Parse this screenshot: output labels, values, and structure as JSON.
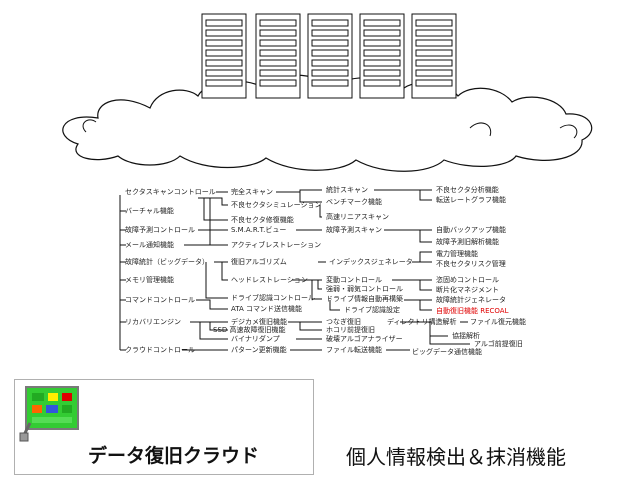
{
  "footer": {
    "title": "データ復旧クラウド",
    "subtitle": "個人情報検出＆抹消機能",
    "logo": "screen-with-cursor-icon"
  },
  "colors": {
    "cloud_outline": "#111111",
    "server": "#ffffff",
    "text": "#222222",
    "highlight": "#e00000"
  },
  "diagram": {
    "col1": [
      "セクタスキャンコントロール",
      "バーチャル機能",
      "故障予測コントロール",
      "メール通知機能",
      "故障統計（ビッグデータ）",
      "メモリ管理機能",
      "コマンドコントロール",
      "リカバリエンジン",
      "クラウドコントロール"
    ],
    "col2": [
      "完全スキャン",
      "不良セクタシミュレーション",
      "不良セクタ修復機能",
      "S.M.A.R.T.ビュー",
      "アクティブレストレーション",
      "復旧アルゴリズム",
      "ヘッドレストレーション",
      "ドライブ認識コントロール",
      "ATA コマンド送信機能",
      "デジカメ復旧機能",
      "SSD 高速故障復旧機能",
      "バイナリダンプ",
      "パターン更新機能"
    ],
    "col3": [
      "統計スキャン",
      "ベンチマーク機能",
      "高速リニアスキャン",
      "故障予測スキャン",
      "インデックスジェネレータ",
      "変動コントロール",
      "強弱・弱気コントロール",
      "ドライブ情報自動再構築",
      "ドライブ認識設定",
      "つなぎ復旧",
      "ホコリ前提復旧",
      "破壊アルゴアナライザー",
      "ファイル転送機能"
    ],
    "col4": [
      "不良セクタ分析機能",
      "転送レートグラフ機能",
      "自動バックアップ機能",
      "故障予測旧解析機能",
      "電力管理機能",
      "不良セクタリスク管理",
      "恣固めコントロール",
      "断片化マネジメント",
      "故障統計ジェネレータ",
      "自動復旧機能 RECOAL",
      "ディレクトリ構造解析",
      "ファイル復元機能",
      "協揺解析",
      "アルゴ前提復旧",
      "ビッグデータ通信機能"
    ]
  }
}
